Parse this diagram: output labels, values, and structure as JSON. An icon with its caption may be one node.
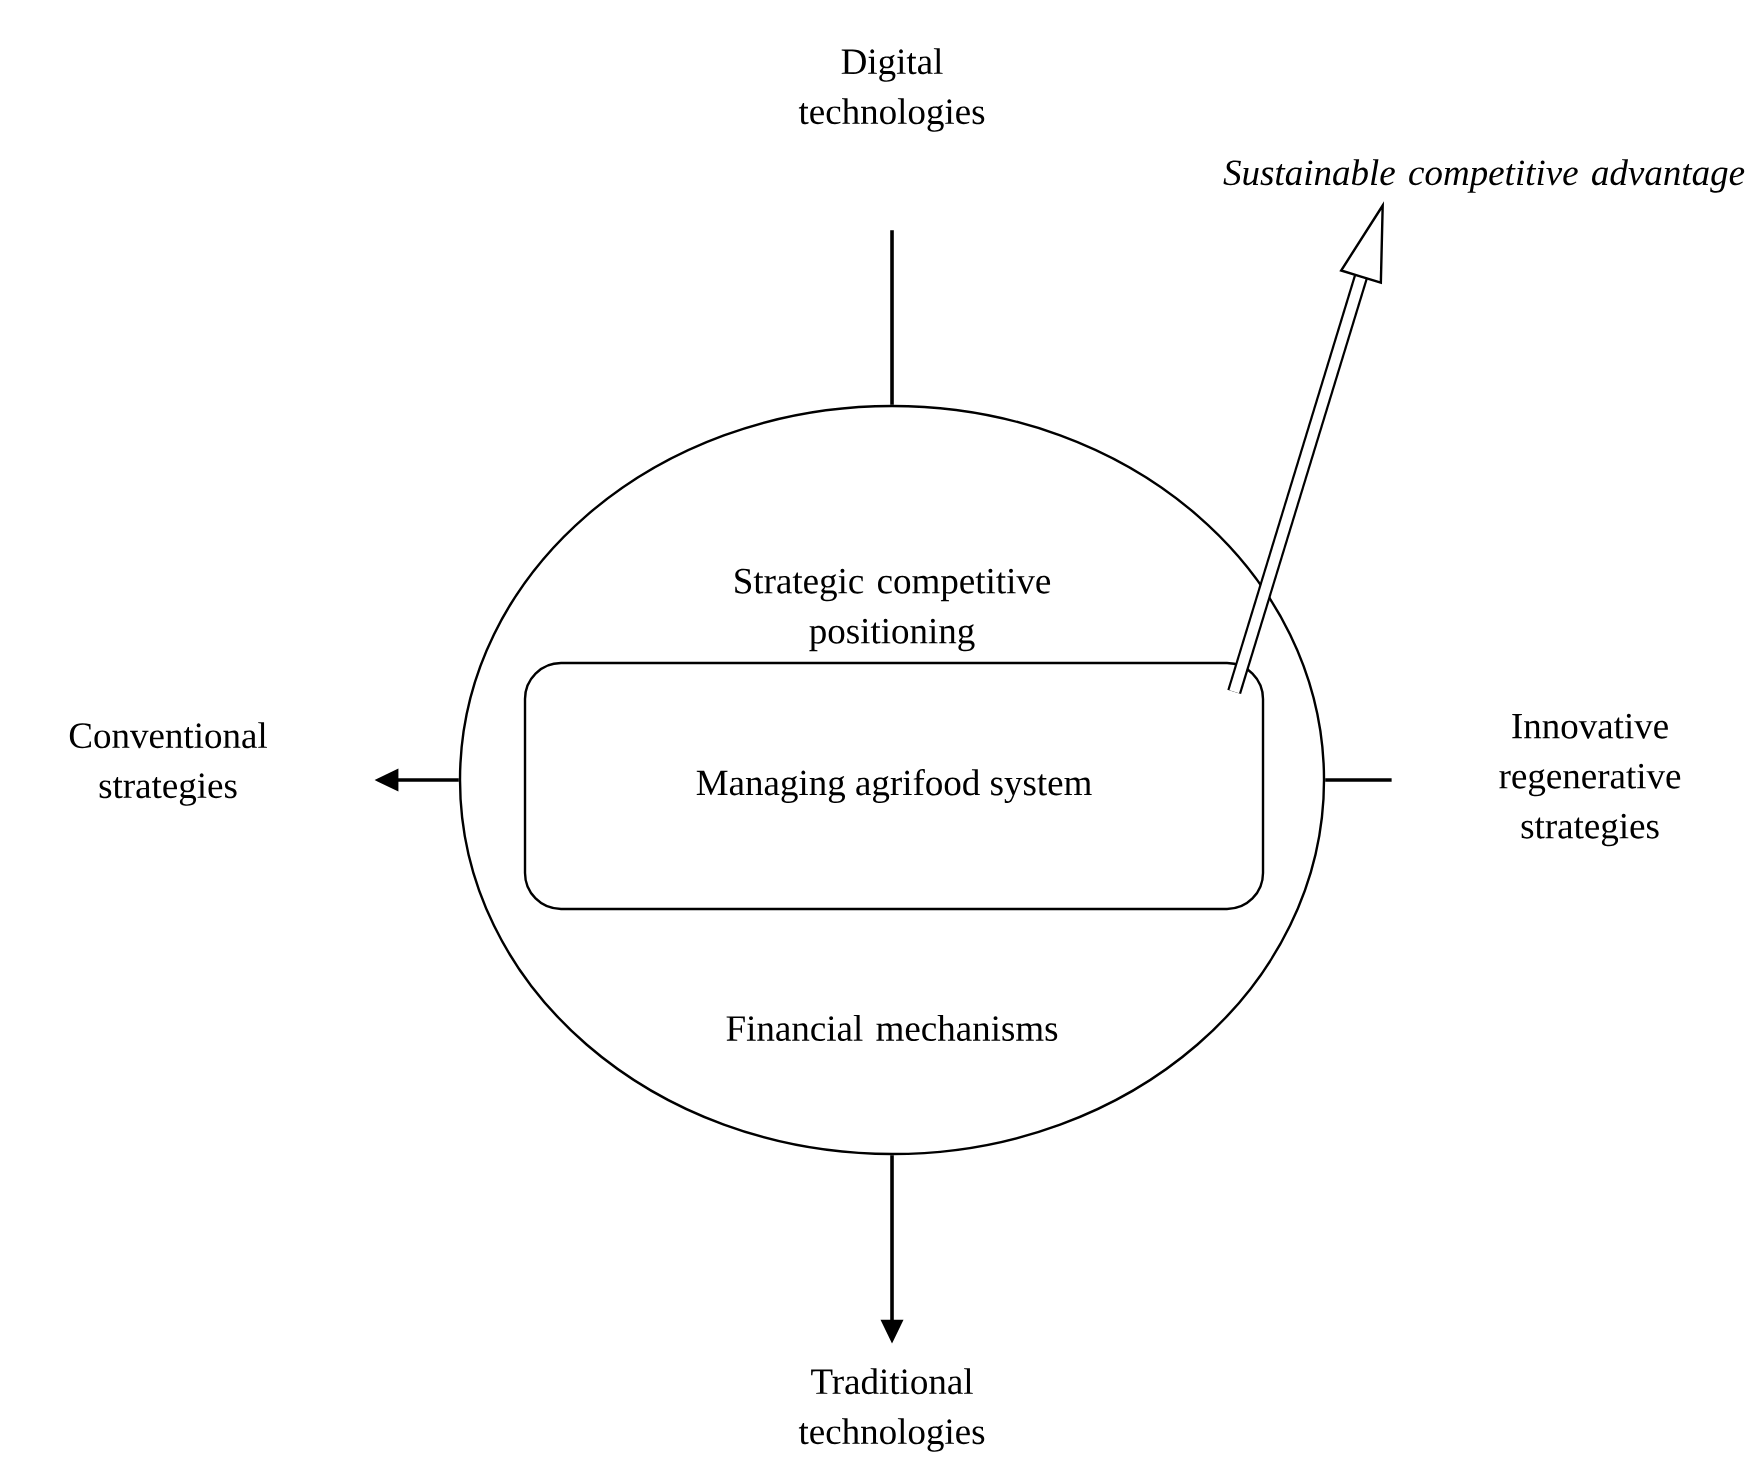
{
  "diagram": {
    "nodes": [
      {
        "text": [
          "Strategic competitive positioning",
          "Financial mechanisms"
        ]
      },
      {
        "text": [
          "Managing agrifood system"
        ],
        "in": 0
      },
      {
        "text": [
          "Digital technologies"
        ]
      },
      {
        "text": [
          "Sustainable competitive advantage"
        ]
      },
      {
        "text": [
          "Conventional strategies"
        ]
      },
      {
        "text": [
          "Innovative regenerative strategies"
        ]
      },
      {
        "text": [
          "Traditional technologies"
        ]
      }
    ],
    "edges": [
      {
        "from": 2,
        "to": 0,
        "arrow": "none"
      },
      {
        "from": 0,
        "to": 4,
        "arrow": "to"
      },
      {
        "from": 0,
        "to": 5,
        "arrow": "none"
      },
      {
        "from": 0,
        "to": 6,
        "arrow": "to"
      },
      {
        "from": 1,
        "to": 3,
        "arrow": "to",
        "style": "thick"
      }
    ]
  }
}
